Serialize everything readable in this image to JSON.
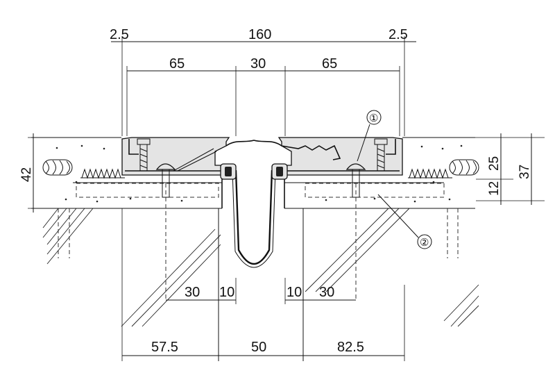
{
  "drawing": {
    "type": "expansion-joint-cross-section",
    "top_dimensions": {
      "overall": "160",
      "left_edge": "2.5",
      "right_edge": "2.5",
      "left_span": "65",
      "center_gap": "30",
      "right_span": "65"
    },
    "right_dimensions": {
      "upper": "25",
      "lower": "12",
      "total": "37"
    },
    "left_dimensions": {
      "height": "42"
    },
    "mid_dimensions": {
      "left_outer": "30",
      "left_inner": "10",
      "right_inner": "10",
      "right_outer": "30"
    },
    "bottom_dimensions": {
      "left": "57.5",
      "center": "50",
      "right": "82.5"
    },
    "callouts": {
      "one": "①",
      "two": "②"
    }
  }
}
